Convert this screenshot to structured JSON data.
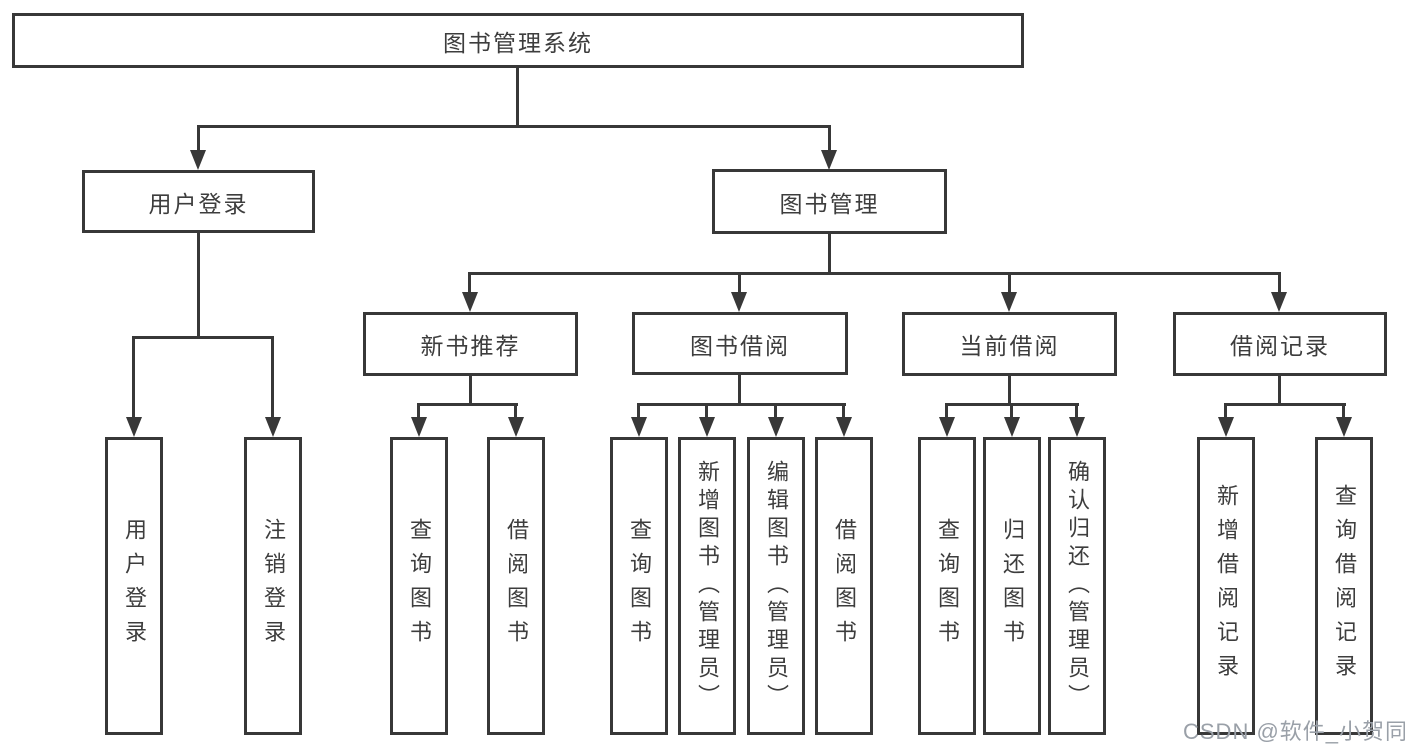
{
  "diagram": {
    "title": "图书管理系统",
    "nodes": {
      "root": {
        "label": "图书管理系统"
      },
      "user_login": {
        "label": "用户登录"
      },
      "book_mgmt": {
        "label": "图书管理"
      },
      "new_book_rec": {
        "label": "新书推荐"
      },
      "book_borrow": {
        "label": "图书借阅"
      },
      "current_borrow": {
        "label": "当前借阅"
      },
      "borrow_records": {
        "label": "借阅记录"
      },
      "login": {
        "label": "用户登录"
      },
      "logout": {
        "label": "注销登录"
      },
      "rec_query": {
        "label": "查询图书"
      },
      "rec_borrow": {
        "label": "借阅图书"
      },
      "bb_query": {
        "label": "查询图书"
      },
      "bb_add": {
        "label": "新增图书（管理员）"
      },
      "bb_edit": {
        "label": "编辑图书（管理员）"
      },
      "bb_borrow": {
        "label": "借阅图书"
      },
      "cb_query": {
        "label": "查询图书"
      },
      "cb_return": {
        "label": "归还图书"
      },
      "cb_confirm": {
        "label": "确认归还（管理员）"
      },
      "br_add": {
        "label": "新增借阅记录"
      },
      "br_query": {
        "label": "查询借阅记录"
      }
    },
    "edges": [
      [
        "root",
        "user_login"
      ],
      [
        "root",
        "book_mgmt"
      ],
      [
        "user_login",
        "login"
      ],
      [
        "user_login",
        "logout"
      ],
      [
        "book_mgmt",
        "new_book_rec"
      ],
      [
        "book_mgmt",
        "book_borrow"
      ],
      [
        "book_mgmt",
        "current_borrow"
      ],
      [
        "book_mgmt",
        "borrow_records"
      ],
      [
        "new_book_rec",
        "rec_query"
      ],
      [
        "new_book_rec",
        "rec_borrow"
      ],
      [
        "book_borrow",
        "bb_query"
      ],
      [
        "book_borrow",
        "bb_add"
      ],
      [
        "book_borrow",
        "bb_edit"
      ],
      [
        "book_borrow",
        "bb_borrow"
      ],
      [
        "current_borrow",
        "cb_query"
      ],
      [
        "current_borrow",
        "cb_return"
      ],
      [
        "current_borrow",
        "cb_confirm"
      ],
      [
        "borrow_records",
        "br_add"
      ],
      [
        "borrow_records",
        "br_query"
      ]
    ],
    "colors": {
      "line": "#383838",
      "box_border": "#383838",
      "box_fill": "#ffffff",
      "text": "#3d3d3d",
      "watermark": "#9aa0a8"
    },
    "watermark": {
      "text": "CSDN @软件_小贺同学"
    }
  }
}
